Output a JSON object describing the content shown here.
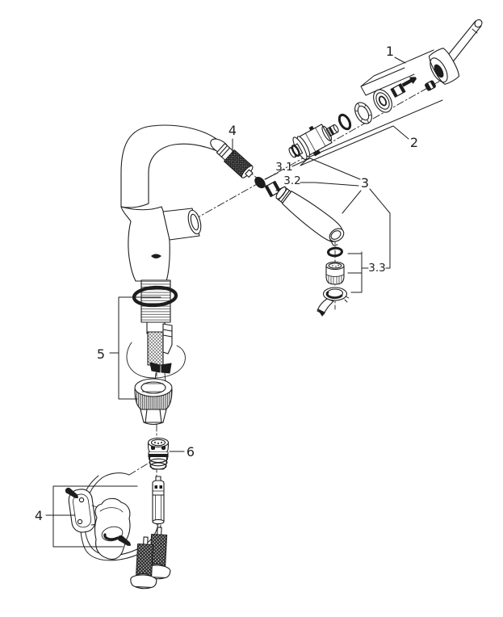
{
  "diagram": {
    "type": "exploded-parts-diagram",
    "subject": "pull-out kitchen faucet exploded view",
    "colors": {
      "background": "#ffffff",
      "line": "#1d1d1d"
    },
    "callouts": {
      "handle": "1",
      "cartridge": "2",
      "spout": "3",
      "spout_seal": "3.1",
      "spout_nut": "3.2",
      "aerator_kit": "3.3",
      "hose_connection_top": "4",
      "mounting_kit": "5",
      "quick_connector": "6",
      "hose_guide_bottom": "4"
    },
    "parts": [
      "lever-handle",
      "handle-screw",
      "handle-plug",
      "adapter-sleeve",
      "cap-ring",
      "dome-ring",
      "o-ring",
      "cartridge",
      "faucet-body",
      "pull-out-hose-connection",
      "cone-seal",
      "coupling-nut",
      "pull-out-spout",
      "aerator-o-ring",
      "aerator-insert",
      "aerator-service-key",
      "shank-o-ring",
      "threaded-shank",
      "mounting-nut",
      "quick-connector",
      "hose-end-fitting",
      "hose-guide-plate",
      "hose-guide-clip",
      "fixing-screws",
      "pull-out-hose",
      "flexible-supply-hoses"
    ]
  }
}
